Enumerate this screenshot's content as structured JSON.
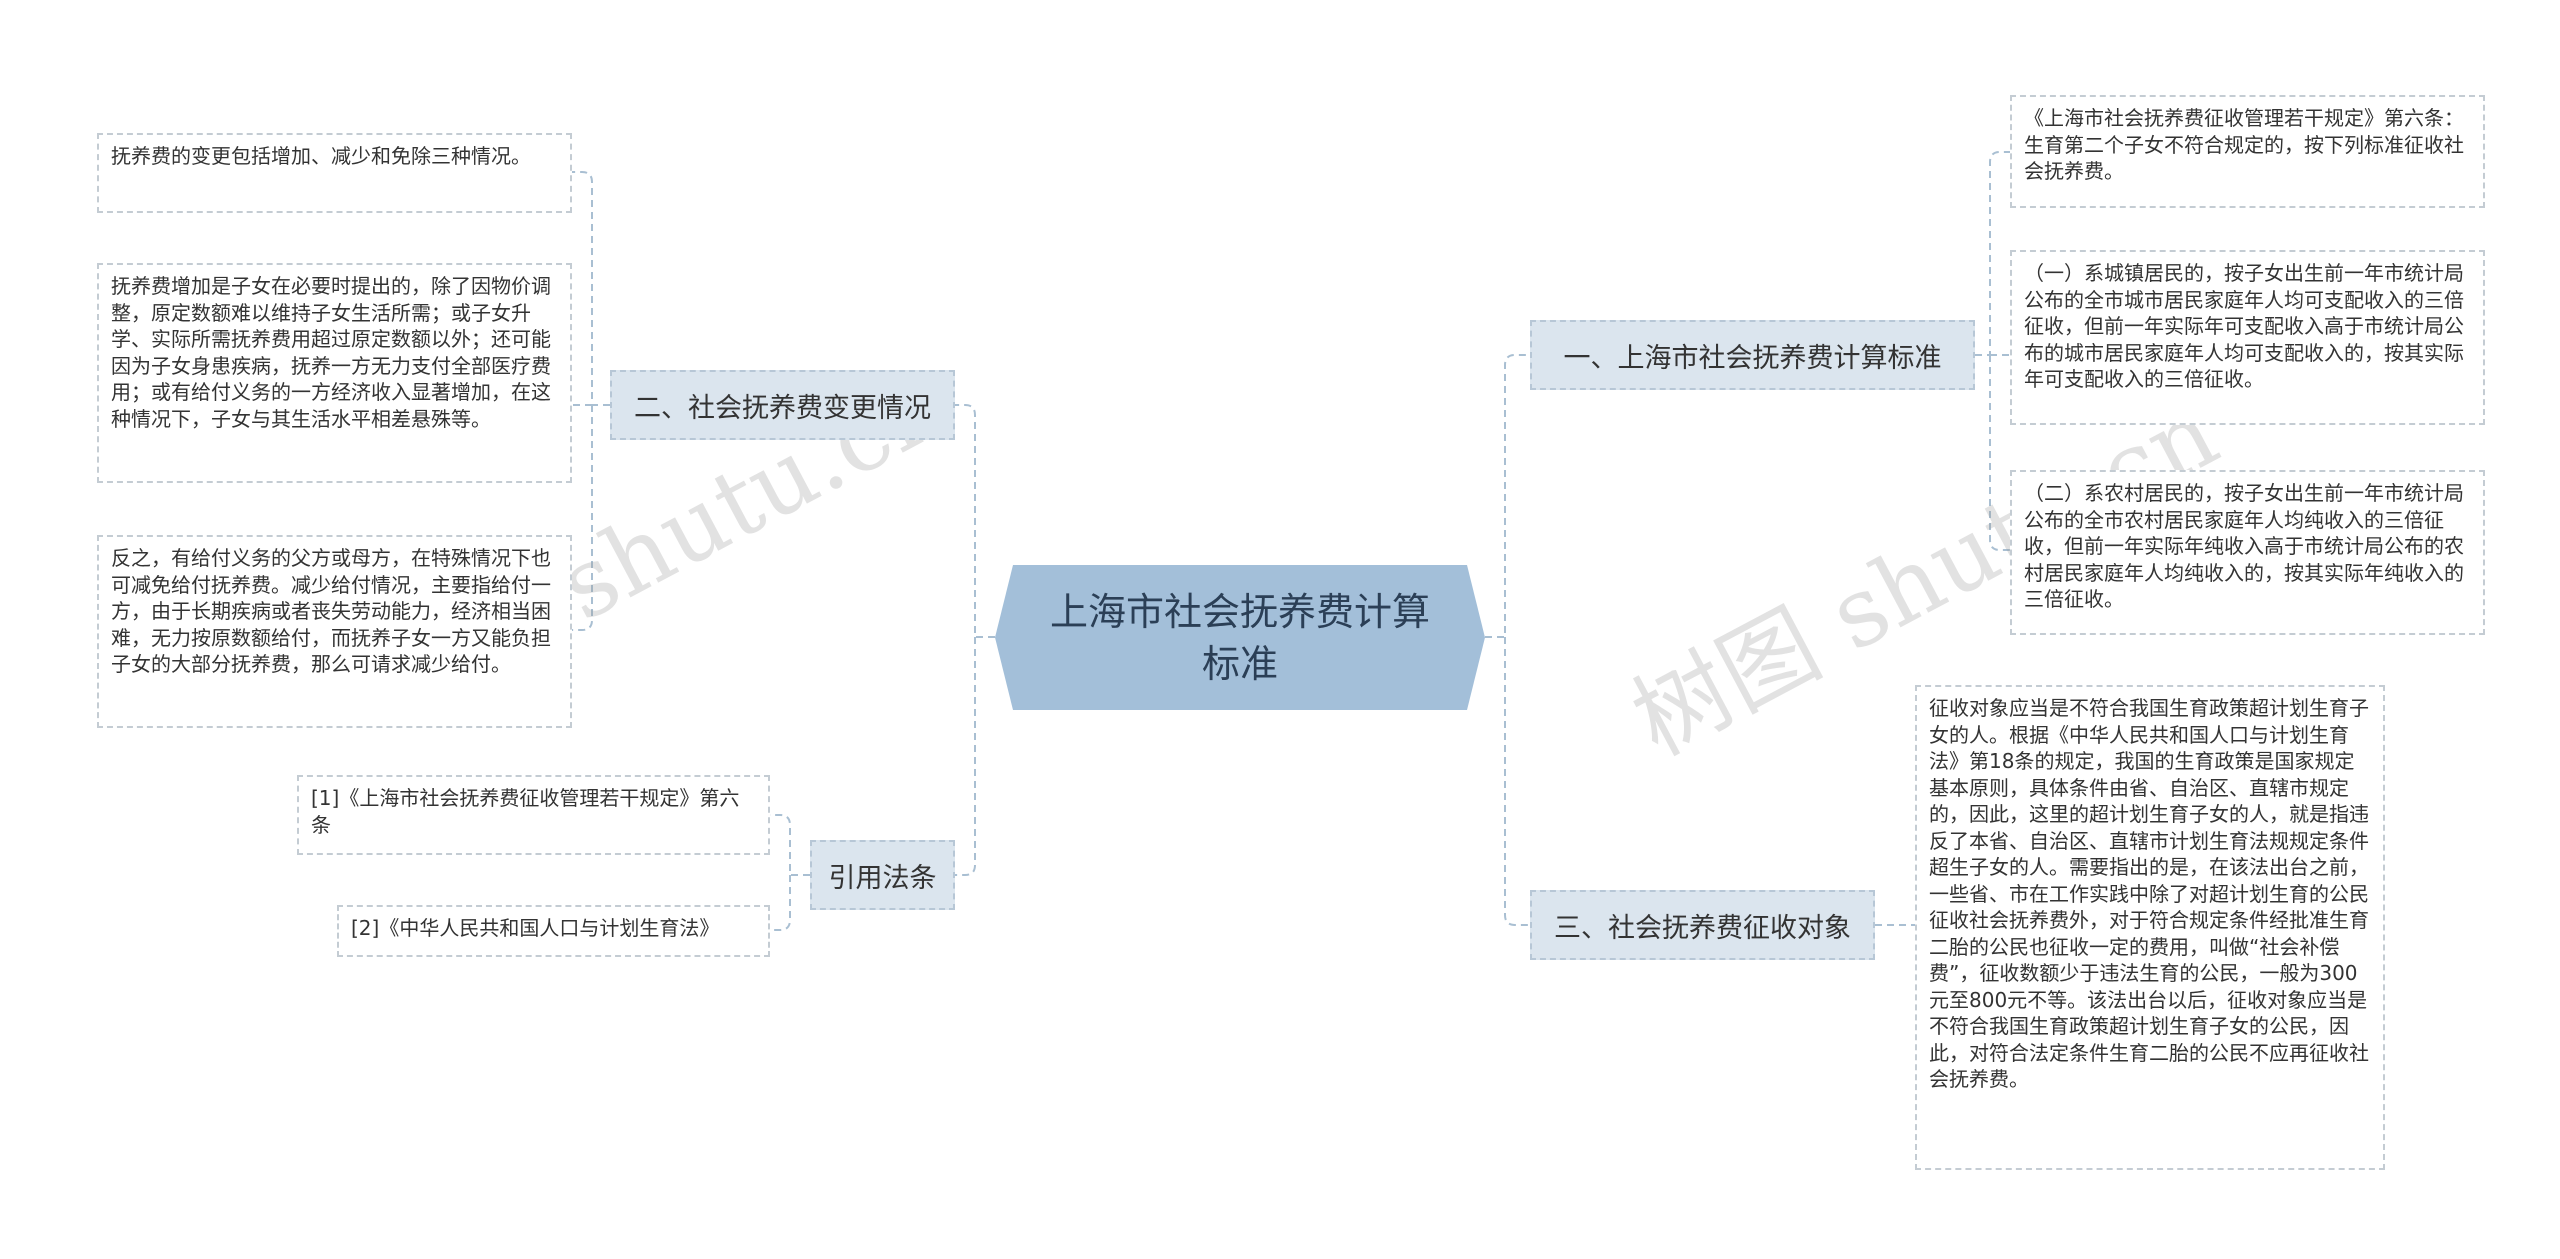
{
  "root": {
    "title": "上海市社会抚养费计算标准"
  },
  "branches": {
    "b1": {
      "label": "一、上海市社会抚养费计算标准"
    },
    "b2": {
      "label": "二、社会抚养费变更情况"
    },
    "b3": {
      "label": "三、社会抚养费征收对象"
    },
    "b4": {
      "label": "引用法条"
    }
  },
  "leaves": {
    "r1": "《上海市社会抚养费征收管理若干规定》第六条：生育第二个子女不符合规定的，按下列标准征收社会抚养费。",
    "r2": "（一）系城镇居民的，按子女出生前一年市统计局公布的全市城市居民家庭年人均可支配收入的三倍征收，但前一年实际年可支配收入高于市统计局公布的城市居民家庭年人均可支配收入的，按其实际年可支配收入的三倍征收。",
    "r3": "（二）系农村居民的，按子女出生前一年市统计局公布的全市农村居民家庭年人均纯收入的三倍征收，但前一年实际年纯收入高于市统计局公布的农村居民家庭年人均纯收入的，按其实际年纯收入的三倍征收。",
    "r4": "征收对象应当是不符合我国生育政策超计划生育子女的人。根据《中华人民共和国人口与计划生育法》第18条的规定，我国的生育政策是国家规定基本原则，具体条件由省、自治区、直辖市规定的，因此，这里的超计划生育子女的人，就是指违反了本省、自治区、直辖市计划生育法规规定条件超生子女的人。需要指出的是，在该法出台之前，一些省、市在工作实践中除了对超计划生育的公民征收社会抚养费外，对于符合规定条件经批准生育二胎的公民也征收一定的费用，叫做“社会补偿费”，征收数额少于违法生育的公民，一般为300元至800元不等。该法出台以后，征收对象应当是不符合我国生育政策超计划生育子女的公民，因此，对符合法定条件生育二胎的公民不应再征收社会抚养费。",
    "l1": "抚养费的变更包括增加、减少和免除三种情况。",
    "l2": "抚养费增加是子女在必要时提出的，除了因物价调整，原定数额难以维持子女生活所需；或子女升学、实际所需抚养费用超过原定数额以外；还可能因为子女身患疾病，抚养一方无力支付全部医疗费用；或有给付义务的一方经济收入显著增加，在这种情况下，子女与其生活水平相差悬殊等。",
    "l3": "反之，有给付义务的父方或母方，在特殊情况下也可减免给付抚养费。减少给付情况，主要指给付一方，由于长期疾病或者丧失劳动能力，经济相当困难，无力按原数额给付，而抚养子女一方又能负担子女的大部分抚养费，那么可请求减少给付。",
    "c1": "[1]《上海市社会抚养费征收管理若干规定》第六条",
    "c2": "[2]《中华人民共和国人口与计划生育法》"
  },
  "watermarks": [
    "树图 shutu.cn",
    "树图 shutu.cn"
  ],
  "colors": {
    "root": "#a3bfd9",
    "branch": "#dbe5ee",
    "connector": "#a9bfd2"
  }
}
